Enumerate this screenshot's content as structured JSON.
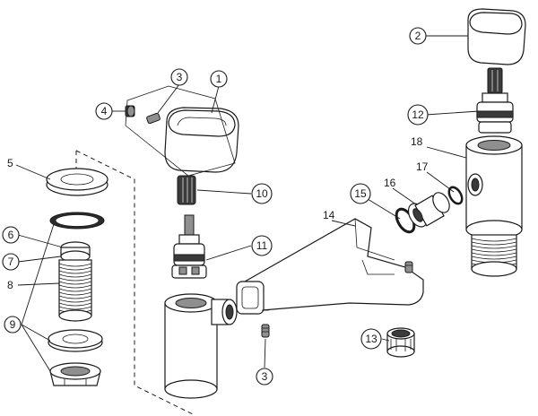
{
  "diagram": {
    "callouts": [
      {
        "id": "c1",
        "text": "1"
      },
      {
        "id": "c2",
        "text": "2"
      },
      {
        "id": "c3a",
        "text": "3"
      },
      {
        "id": "c3b",
        "text": "3"
      },
      {
        "id": "c4",
        "text": "4"
      },
      {
        "id": "c5",
        "text": "5"
      },
      {
        "id": "c6",
        "text": "6"
      },
      {
        "id": "c7",
        "text": "7"
      },
      {
        "id": "c8",
        "text": "8"
      },
      {
        "id": "c9",
        "text": "9"
      },
      {
        "id": "c10",
        "text": "10"
      },
      {
        "id": "c11",
        "text": "11"
      },
      {
        "id": "c12",
        "text": "12"
      },
      {
        "id": "c13",
        "text": "13"
      },
      {
        "id": "c14",
        "text": "14"
      },
      {
        "id": "c15",
        "text": "15"
      },
      {
        "id": "c16",
        "text": "16"
      },
      {
        "id": "c17",
        "text": "17"
      },
      {
        "id": "c18",
        "text": "18"
      }
    ]
  }
}
